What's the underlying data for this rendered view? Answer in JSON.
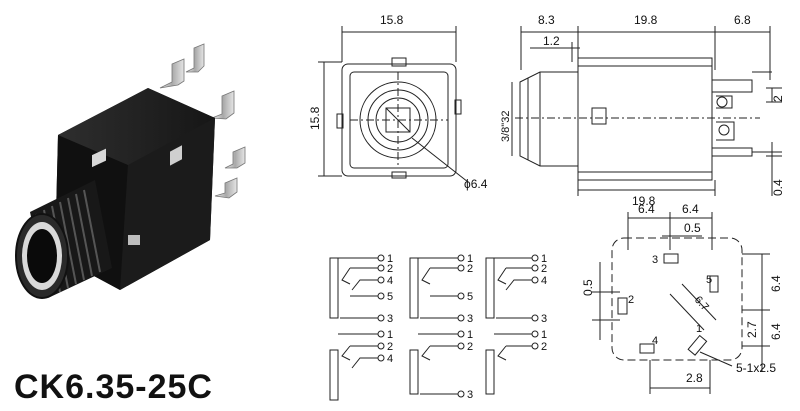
{
  "product": {
    "model": "CK6.35-25C"
  },
  "front_view": {
    "width_dim": "15.8",
    "height_dim": "15.8",
    "hole_dim": "ϕ6.4"
  },
  "side_view": {
    "dim_front": "8.3",
    "dim_body": "19.8",
    "dim_pins": "6.8",
    "dim_offset": "1.2",
    "thread": "3/8\"32",
    "pin_height": "2",
    "bottom_length": "19.8",
    "pin_thickness": "0.4"
  },
  "pcb_layout": {
    "dim_a": "6.4",
    "dim_b": "6.4",
    "dim_c": "0.5",
    "dim_left": "0.5",
    "dim_right_top": "6.4",
    "dim_right_mid": "2.7",
    "dim_right_bot": "6.4",
    "dim_bottom": "2.8",
    "dim_diag": "6.7",
    "hole_spec": "5-1x2.5",
    "pins": [
      "1",
      "2",
      "3",
      "4",
      "5"
    ]
  },
  "schematics": {
    "s1": [
      "1",
      "2",
      "4",
      "5",
      "3"
    ],
    "s2": [
      "1",
      "2",
      "5",
      "3"
    ],
    "s3": [
      "1",
      "2",
      "4",
      "3"
    ],
    "s4": [
      "1",
      "2",
      "4"
    ],
    "s5": [
      "1",
      "2",
      "3"
    ],
    "s6": [
      "1",
      "2"
    ]
  }
}
